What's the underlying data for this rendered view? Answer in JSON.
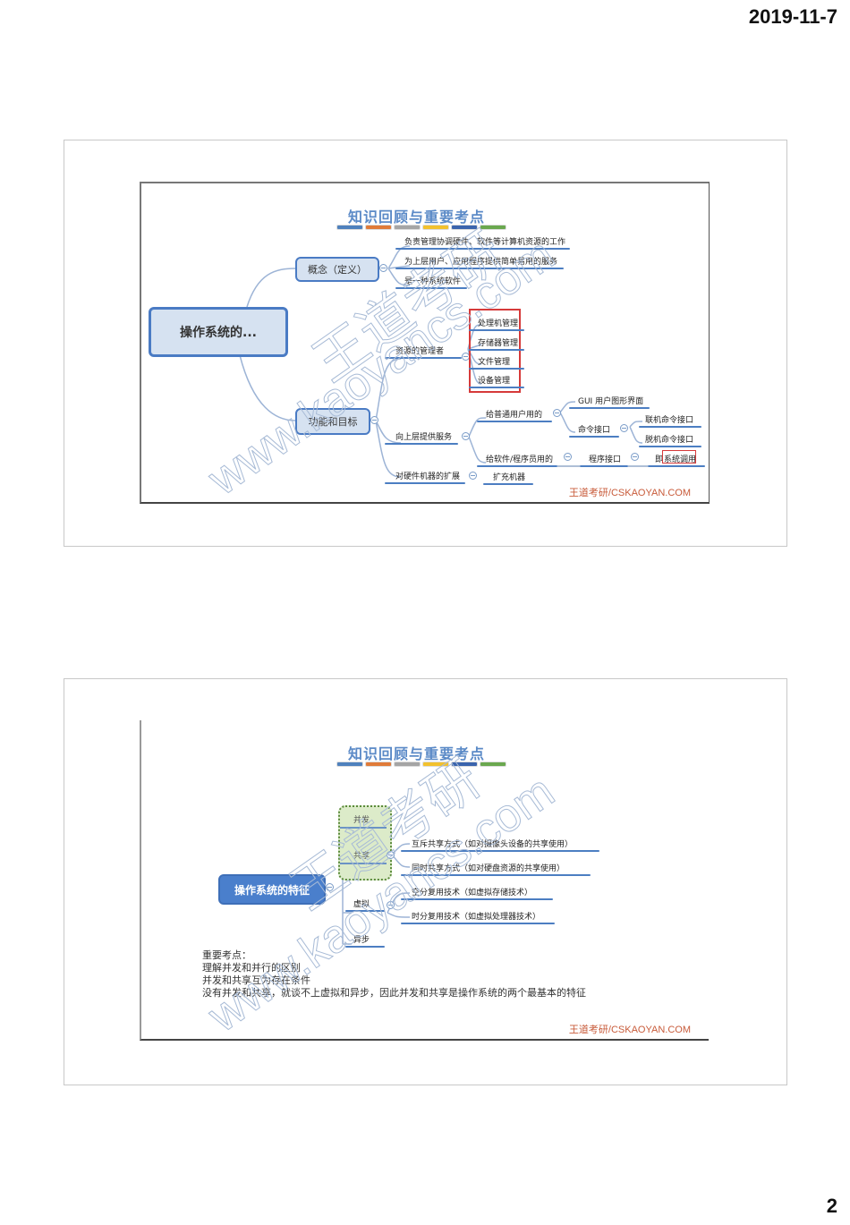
{
  "header": {
    "date": "2019-11-7"
  },
  "footer": {
    "page_number": "2"
  },
  "slide1": {
    "title": "知识回顾与重要考点",
    "color_bars": [
      "#4f81bd",
      "#e07b39",
      "#a5a5a5",
      "#f2c12e",
      "#3b64ad",
      "#6aa84f"
    ],
    "root": "操作系统的...",
    "concept": {
      "label": "概念（定义）",
      "items": [
        "负责管理协调硬件、软件等计算机资源的工作",
        "为上层用户、应用程序提供简单易用的服务",
        "是一种系统软件"
      ]
    },
    "function": {
      "label": "功能和目标",
      "resource_manager": {
        "label": "资源的管理者",
        "items": [
          "处理机管理",
          "存储器管理",
          "文件管理",
          "设备管理"
        ]
      },
      "upper_service": {
        "label": "向上层提供服务",
        "normal_user": {
          "label": "给普通用户用的",
          "gui": "GUI 用户图形界面",
          "command": {
            "label": "命令接口",
            "items": [
              "联机命令接口",
              "脱机命令接口"
            ]
          }
        },
        "programmer": {
          "label": "给软件/程序员用的",
          "program_interface": "程序接口",
          "syscall_prefix": "即",
          "syscall": "系统调用"
        }
      },
      "hardware_ext": {
        "label": "对硬件机器的扩展",
        "item": "扩充机器"
      }
    },
    "brand": "王道考研/CSKAOYAN.COM",
    "watermark": [
      "王道考研",
      "www.kaoyancs.com"
    ]
  },
  "slide2": {
    "title": "知识回顾与重要考点",
    "color_bars": [
      "#4f81bd",
      "#e07b39",
      "#a5a5a5",
      "#f2c12e",
      "#3b64ad",
      "#6aa84f"
    ],
    "root": "操作系统的特征",
    "features": [
      "并发",
      "共享",
      "虚拟",
      "异步"
    ],
    "sharing_items": [
      "互斥共享方式（如对摄像头设备的共享使用）",
      "同时共享方式（如对硬盘资源的共享使用）"
    ],
    "virtual_items": [
      "空分复用技术（如虚拟存储技术）",
      "时分复用技术（如虚拟处理器技术）"
    ],
    "notes": [
      "重要考点：",
      "理解并发和并行的区别",
      "并发和共享互为存在条件",
      "没有并发和共享，就谈不上虚拟和异步，因此并发和共享是操作系统的两个最基本的特征"
    ],
    "brand": "王道考研/CSKAOYAN.COM",
    "watermark": [
      "王道考研",
      "www.kaoyancs.com"
    ]
  }
}
